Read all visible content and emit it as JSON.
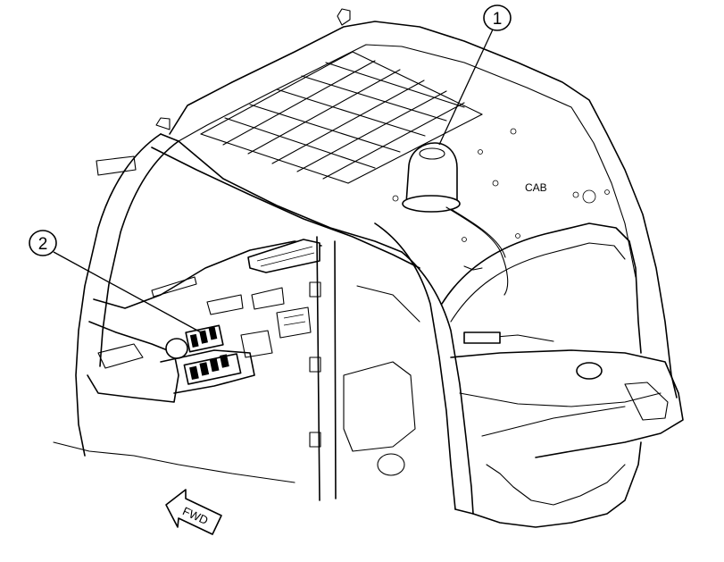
{
  "diagram": {
    "callouts": [
      {
        "label": "1",
        "target": "beacon"
      },
      {
        "label": "2",
        "target": "switch-panel"
      }
    ],
    "labels": {
      "cab": "CAB",
      "fwd": "FWD"
    }
  }
}
